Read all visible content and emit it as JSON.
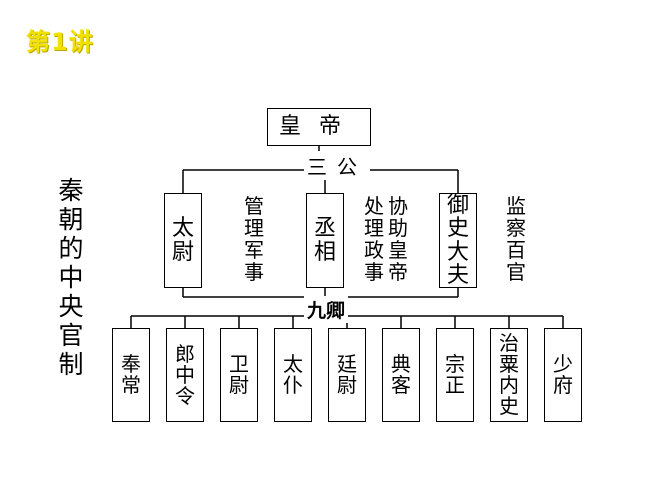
{
  "lesson": "第1讲",
  "side_title": [
    "秦",
    "朝",
    "的",
    "中",
    "央",
    "官",
    "制"
  ],
  "emperor": [
    "皇",
    "帝"
  ],
  "sangong_label": "三公",
  "jiuqing_label": "九卿",
  "sangong": [
    {
      "name": [
        "太",
        "尉"
      ],
      "duty_cols": [
        [
          "管",
          "理",
          "军",
          "事"
        ]
      ]
    },
    {
      "name": [
        "丞",
        "相"
      ],
      "duty_cols": [
        [
          "处",
          "理",
          "政",
          "事"
        ],
        [
          "协",
          "助",
          "皇",
          "帝"
        ]
      ]
    },
    {
      "name": [
        "御",
        "史",
        "大",
        "夫"
      ],
      "duty_cols": [
        [
          "监",
          "察",
          "百",
          "官"
        ]
      ]
    }
  ],
  "jiuqing": [
    [
      "奉",
      "常"
    ],
    [
      "郎",
      "中",
      "令"
    ],
    [
      "卫",
      "尉"
    ],
    [
      "太",
      "仆"
    ],
    [
      "廷",
      "尉"
    ],
    [
      "典",
      "客"
    ],
    [
      "宗",
      "正"
    ],
    [
      "治",
      "粟",
      "内",
      "史"
    ],
    [
      "少",
      "府"
    ]
  ]
}
